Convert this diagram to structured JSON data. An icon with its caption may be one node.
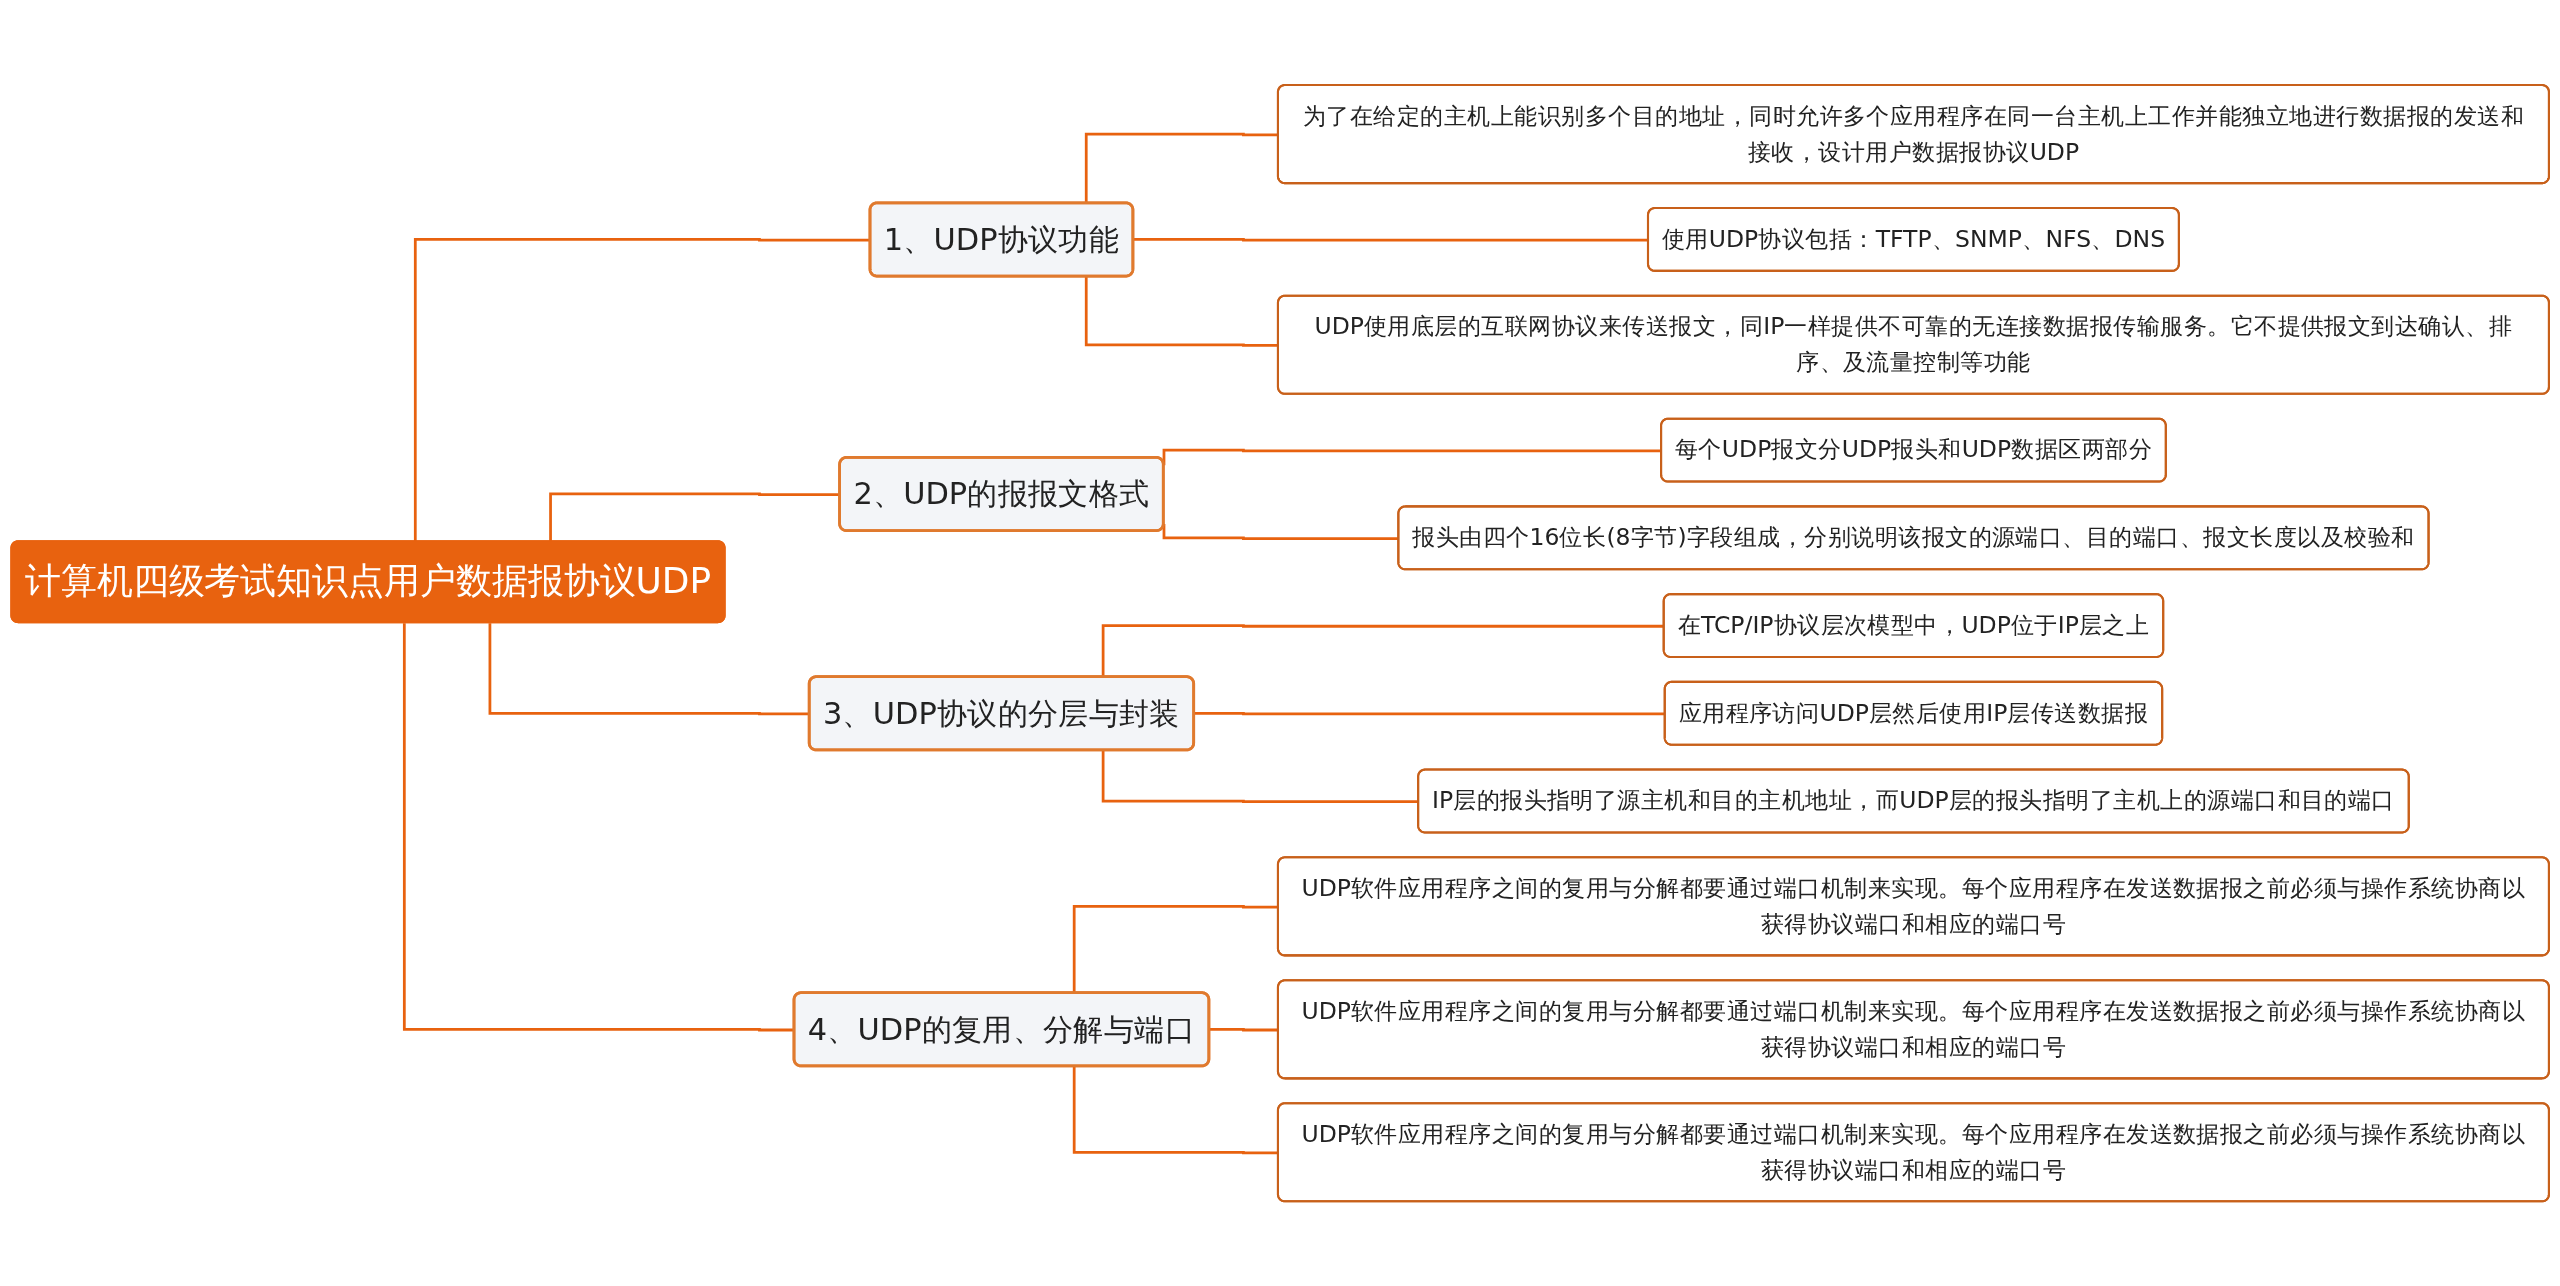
{
  "diagram": {
    "nodes": [
      {
        "text": [
          "计算机四级考试知识点用户数据报协议UDP"
        ]
      },
      {
        "text": [
          "1、UDP协议功能"
        ]
      },
      {
        "text": [
          "为了在给定的主机上能识别多个目的地址，同时允许多个应用程序在同一台主机上工作并能独立地进行数据报的发送和接收，设计用户数据报协议UDP"
        ]
      },
      {
        "text": [
          "使用UDP协议包括：TFTP、SNMP、NFS、DNS"
        ]
      },
      {
        "text": [
          "UDP使用底层的互联网协议来传送报文，同IP一样提供不可靠的无连接数据报传输服务。它不提供报文到达确认、排序、及流量控制等功能"
        ]
      },
      {
        "text": [
          "2、UDP的报报文格式"
        ]
      },
      {
        "text": [
          "每个UDP报文分UDP报头和UDP数据区两部分"
        ]
      },
      {
        "text": [
          "报头由四个16位长(8字节)字段组成，分别说明该报文的源端口、目的端口、报文长度以及校验和"
        ]
      },
      {
        "text": [
          "3、UDP协议的分层与封装"
        ]
      },
      {
        "text": [
          "在TCP/IP协议层次模型中，UDP位于IP层之上"
        ]
      },
      {
        "text": [
          "应用程序访问UDP层然后使用IP层传送数据报"
        ]
      },
      {
        "text": [
          "IP层的报头指明了源主机和目的主机地址，而UDP层的报头指明了主机上的源端口和目的端口"
        ]
      },
      {
        "text": [
          "4、UDP的复用、分解与端口"
        ]
      },
      {
        "text": [
          "UDP软件应用程序之间的复用与分解都要通过端口机制来实现。每个应用程序在发送数据报之前必须与操作系统协商以获得协议端口和相应的端口号"
        ]
      },
      {
        "text": [
          "UDP软件应用程序之间的复用与分解都要通过端口机制来实现。每个应用程序在发送数据报之前必须与操作系统协商以获得协议端口和相应的端口号"
        ]
      },
      {
        "text": [
          "UDP软件应用程序之间的复用与分解都要通过端口机制来实现。每个应用程序在发送数据报之前必须与操作系统协商以获得协议端口和相应的端口号"
        ]
      }
    ],
    "edges": [
      {
        "from": 0,
        "to": 1,
        "arrow": "none"
      },
      {
        "from": 1,
        "to": 2,
        "arrow": "none"
      },
      {
        "from": 1,
        "to": 3,
        "arrow": "none"
      },
      {
        "from": 1,
        "to": 4,
        "arrow": "none"
      },
      {
        "from": 0,
        "to": 5,
        "arrow": "none"
      },
      {
        "from": 5,
        "to": 6,
        "arrow": "none"
      },
      {
        "from": 5,
        "to": 7,
        "arrow": "none"
      },
      {
        "from": 0,
        "to": 8,
        "arrow": "none"
      },
      {
        "from": 8,
        "to": 9,
        "arrow": "none"
      },
      {
        "from": 8,
        "to": 10,
        "arrow": "none"
      },
      {
        "from": 8,
        "to": 11,
        "arrow": "none"
      },
      {
        "from": 0,
        "to": 12,
        "arrow": "none"
      },
      {
        "from": 12,
        "to": 13,
        "arrow": "none"
      },
      {
        "from": 12,
        "to": 14,
        "arrow": "none"
      },
      {
        "from": 12,
        "to": 15,
        "arrow": "none"
      }
    ]
  }
}
